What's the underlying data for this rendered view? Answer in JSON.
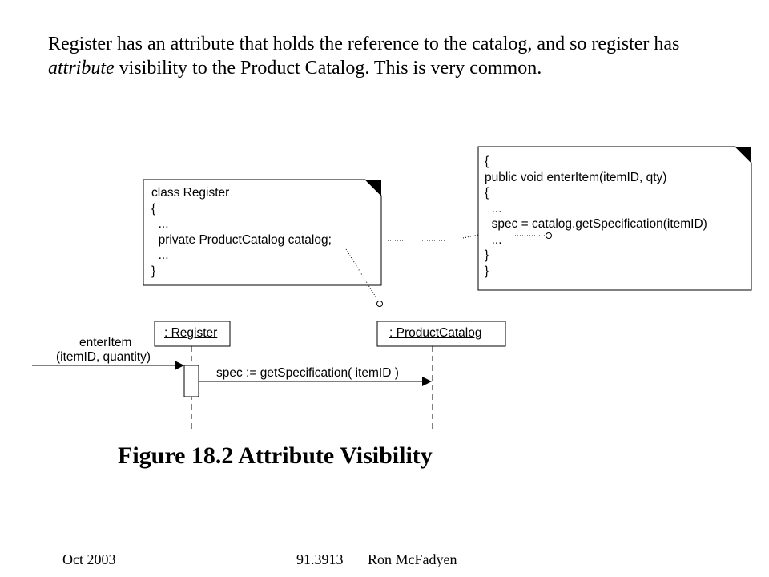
{
  "intro": {
    "part1": "Register has an attribute that holds the reference to the catalog, and so register has ",
    "emphasis": "attribute",
    "part2": " visibility to the Product Catalog. This is very common."
  },
  "note_left": {
    "lines": [
      "class Register",
      "{",
      "  ...",
      "  private ProductCatalog catalog;",
      "  ...",
      "}"
    ]
  },
  "note_right": {
    "lines": [
      "{",
      "public void enterItem(itemID, qty)",
      "{",
      "  ...",
      "  spec = catalog.getSpecification(itemID)",
      "  ...",
      "}",
      "}"
    ]
  },
  "lifelines": {
    "register": ": Register",
    "catalog": ": ProductCatalog"
  },
  "messages": {
    "enter_item_line1": "enterItem",
    "enter_item_line2": "(itemID, quantity)",
    "get_spec": "spec := getSpecification( itemID )"
  },
  "caption": "Figure 18.2 Attribute Visibility",
  "footer": {
    "date": "Oct 2003",
    "course": "91.3913",
    "author": "Ron McFadyen"
  }
}
